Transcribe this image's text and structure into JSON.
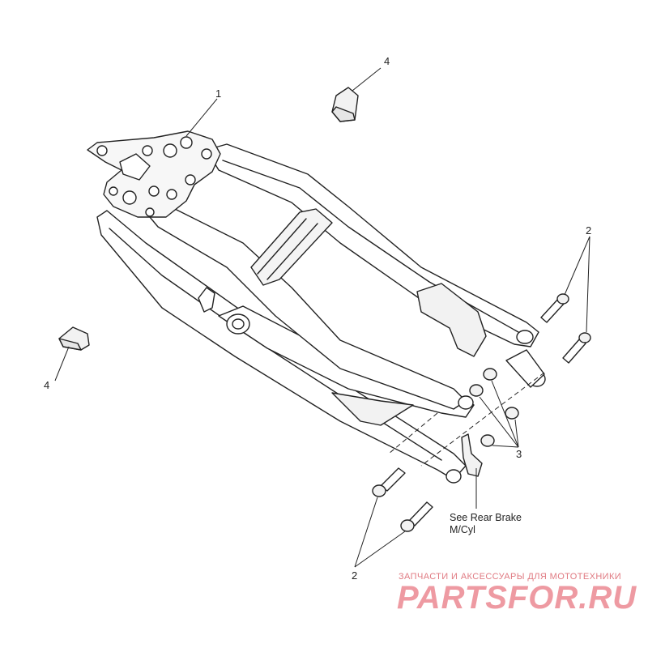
{
  "callouts": {
    "frame": "1",
    "bolts_upper": "2",
    "nuts": "3",
    "bumper_top": "4",
    "bumper_left": "4",
    "bolts_lower": "2"
  },
  "note": {
    "line1": "See Rear Brake",
    "line2": "M/Cyl"
  },
  "watermark": {
    "tagline": "ЗАПЧАСТИ И АКСЕССУАРЫ ДЛЯ МОТОТЕХНИКИ",
    "logo": "PARTSFOR.RU"
  },
  "colors": {
    "line": "#222222",
    "fill": "#ffffff",
    "shade": "#e6e6e6",
    "watermark": "#ee9aa2"
  }
}
